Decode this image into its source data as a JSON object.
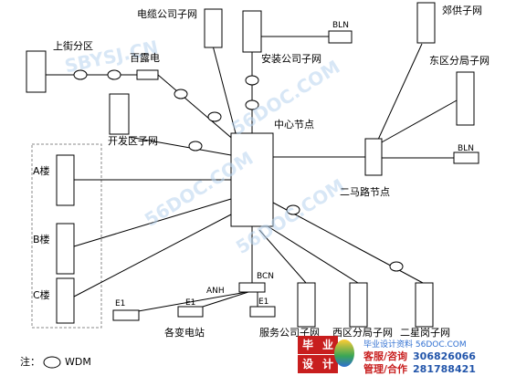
{
  "nodes": {
    "center": "中心节点",
    "erma": "二马路节点",
    "bcn": "BCN"
  },
  "subnets": {
    "cable": "电缆公司子网",
    "install": "安装公司子网",
    "jiaogong": "郊供子网",
    "dongqu": "东区分局子网",
    "shangjie": "上街分区",
    "bailudian": "百露电",
    "kaifa": "开发区子网",
    "fuwu": "服务公司子网",
    "xiqu": "西区分局子网",
    "erxing": "二星岗子网"
  },
  "buildings": {
    "a": "A楼",
    "b": "B楼",
    "c": "C楼"
  },
  "devices": {
    "bln_top": "BLN",
    "bln_right": "BLN",
    "anh": "ANH",
    "e1_a": "E1",
    "e1_b": "E1",
    "e1_c": "E1",
    "substation": "各变电站"
  },
  "legend": {
    "note": "注：",
    "wdm": "WDM"
  },
  "watermarks": [
    "SBYSJ.CN",
    "56DOC.COM",
    "56DOC.COM",
    "56DOC.COM"
  ],
  "logo": {
    "char1": "毕",
    "char2": "业",
    "char3": "设",
    "char4": "计",
    "url": "毕业设计资料 56DOC.COM",
    "line1_label": "客服/咨询",
    "line1_num": "306826066",
    "line2_label": "管理/合作",
    "line2_num": "281788421"
  }
}
